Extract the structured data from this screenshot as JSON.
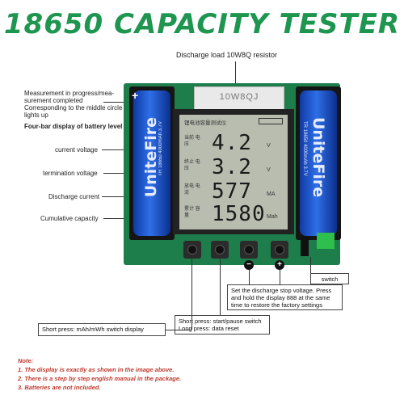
{
  "title": "18650 CAPACITY TESTER",
  "resistor_label": "Discharge load 10W8Q resistor",
  "resistor_marking": "10W8QJ",
  "left_labels": {
    "measurement": [
      "Measurement in progress/mea-",
      "surement completed",
      "Corresponding to the middle circle",
      "lights up"
    ],
    "four_bar": "Four-bar display of battery level",
    "current_voltage": "current voltage",
    "termination_voltage": "termination voltage",
    "discharge_current": "Discharge current",
    "cumulative_capacity": "Cumulative capacity"
  },
  "lcd": {
    "header": "锂电池容量测试仪",
    "rows": [
      {
        "label": "当前 电压",
        "value": "4.2",
        "unit": "V"
      },
      {
        "label": "终止 电压",
        "value": "3.2",
        "unit": "V"
      },
      {
        "label": "放电 电流",
        "value": "577",
        "unit": "MA"
      },
      {
        "label": "累计 容量",
        "value": "1580",
        "unit": "Mah"
      }
    ]
  },
  "battery": {
    "brand": "UniteFire",
    "spec": "TR 18650 4000mAh 3.7V"
  },
  "boxes": {
    "switch": "switch",
    "stop_voltage": [
      "Set the discharge stop voltage. Press",
      "and hold the display 888 at the same",
      "time to restore the factory settings"
    ],
    "start_pause": [
      "Short press: start/pause switch",
      "Long press: data reset"
    ],
    "mah_switch": "Short press: mAh/mWh switch display"
  },
  "notes": [
    "Note:",
    "1. The display is exactly as shown in the image above.",
    "2. There is a step by step english manual in the package.",
    "3. Batteries are not included."
  ],
  "colors": {
    "title": "#1e9650",
    "board": "#1d7d4b",
    "battery": "#2f6fe8",
    "note": "#c0392b"
  },
  "icons": {
    "minus": "minus-icon",
    "plus": "plus-icon"
  }
}
